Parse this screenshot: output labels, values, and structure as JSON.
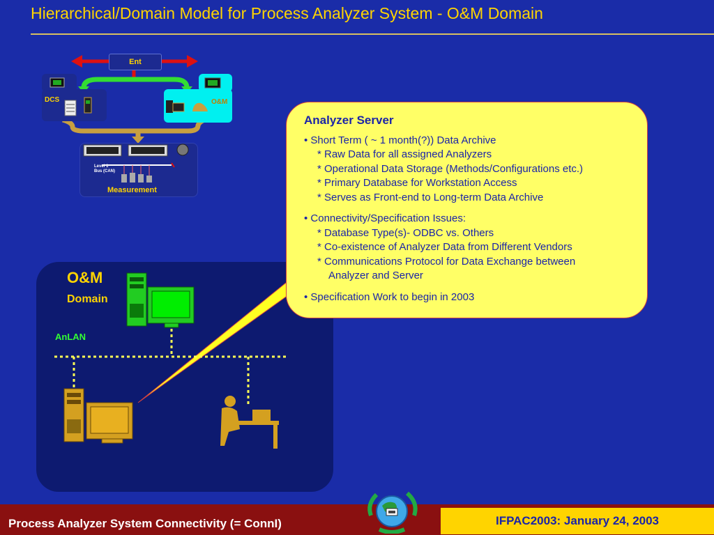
{
  "slide": {
    "title": "Hierarchical/Domain Model for Process Analyzer System -  O&M Domain"
  },
  "diagram": {
    "ent_label": "Ent",
    "dcs_label": "DCS",
    "om_label": "O&M",
    "bus_label_line1": "Level 1",
    "bus_label_line2": "Bus  (CAN)",
    "measurement_label": "Measurement"
  },
  "om_domain": {
    "title": "O&M",
    "subtitle": "Domain",
    "network_label": "AnLAN"
  },
  "callout": {
    "title": "Analyzer Server",
    "b1": "•  Short Term ( ~ 1 month(?)) Data Archive",
    "b1_s1": "*  Raw Data for all assigned Analyzers",
    "b1_s2": "*  Operational Data Storage (Methods/Configurations etc.)",
    "b1_s3": "*  Primary Database for Workstation Access",
    "b1_s4": "*  Serves as Front-end to Long-term Data Archive",
    "b2": "•  Connectivity/Specification Issues:",
    "b2_s1": "*  Database Type(s)- ODBC vs. Others",
    "b2_s2": "*  Co-existence of Analyzer Data from Different Vendors",
    "b2_s3": "*  Communications Protocol for Data Exchange between",
    "b2_s3_cont": "Analyzer and Server",
    "b3": "•  Specification Work to begin in 2003"
  },
  "footer": {
    "left": "Process Analyzer System Connectivity  (= ConnI)",
    "right": "IFPAC2003: January 24, 2003"
  },
  "colors": {
    "background": "#1a2ca8",
    "accent": "#ffd400",
    "callout": "#ffff66",
    "footer": "#8a1010",
    "om_cyan": "#00f0f0",
    "network_green": "#33ff33"
  }
}
